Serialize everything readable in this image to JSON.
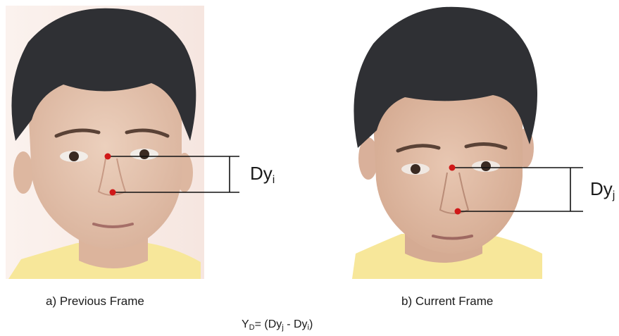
{
  "panel_left": {
    "caption": "a) Previous Frame",
    "dy_main": "Dy",
    "dy_sub": "i"
  },
  "panel_right": {
    "caption": "b) Current Frame",
    "dy_main": "Dy",
    "dy_sub": "j"
  },
  "formula": {
    "lhs": "Y",
    "lhs_sub": "D",
    "eq": "= (",
    "t1": "Dy",
    "t1_sub": "j",
    "minus": " - ",
    "t2": "Dy",
    "t2_sub": "i",
    "close": ")"
  },
  "colors": {
    "landmark": "#d01818",
    "line": "#111111",
    "hair": "#2f3034",
    "skin": "#e4c2ad",
    "shirt": "#f7e79a"
  }
}
